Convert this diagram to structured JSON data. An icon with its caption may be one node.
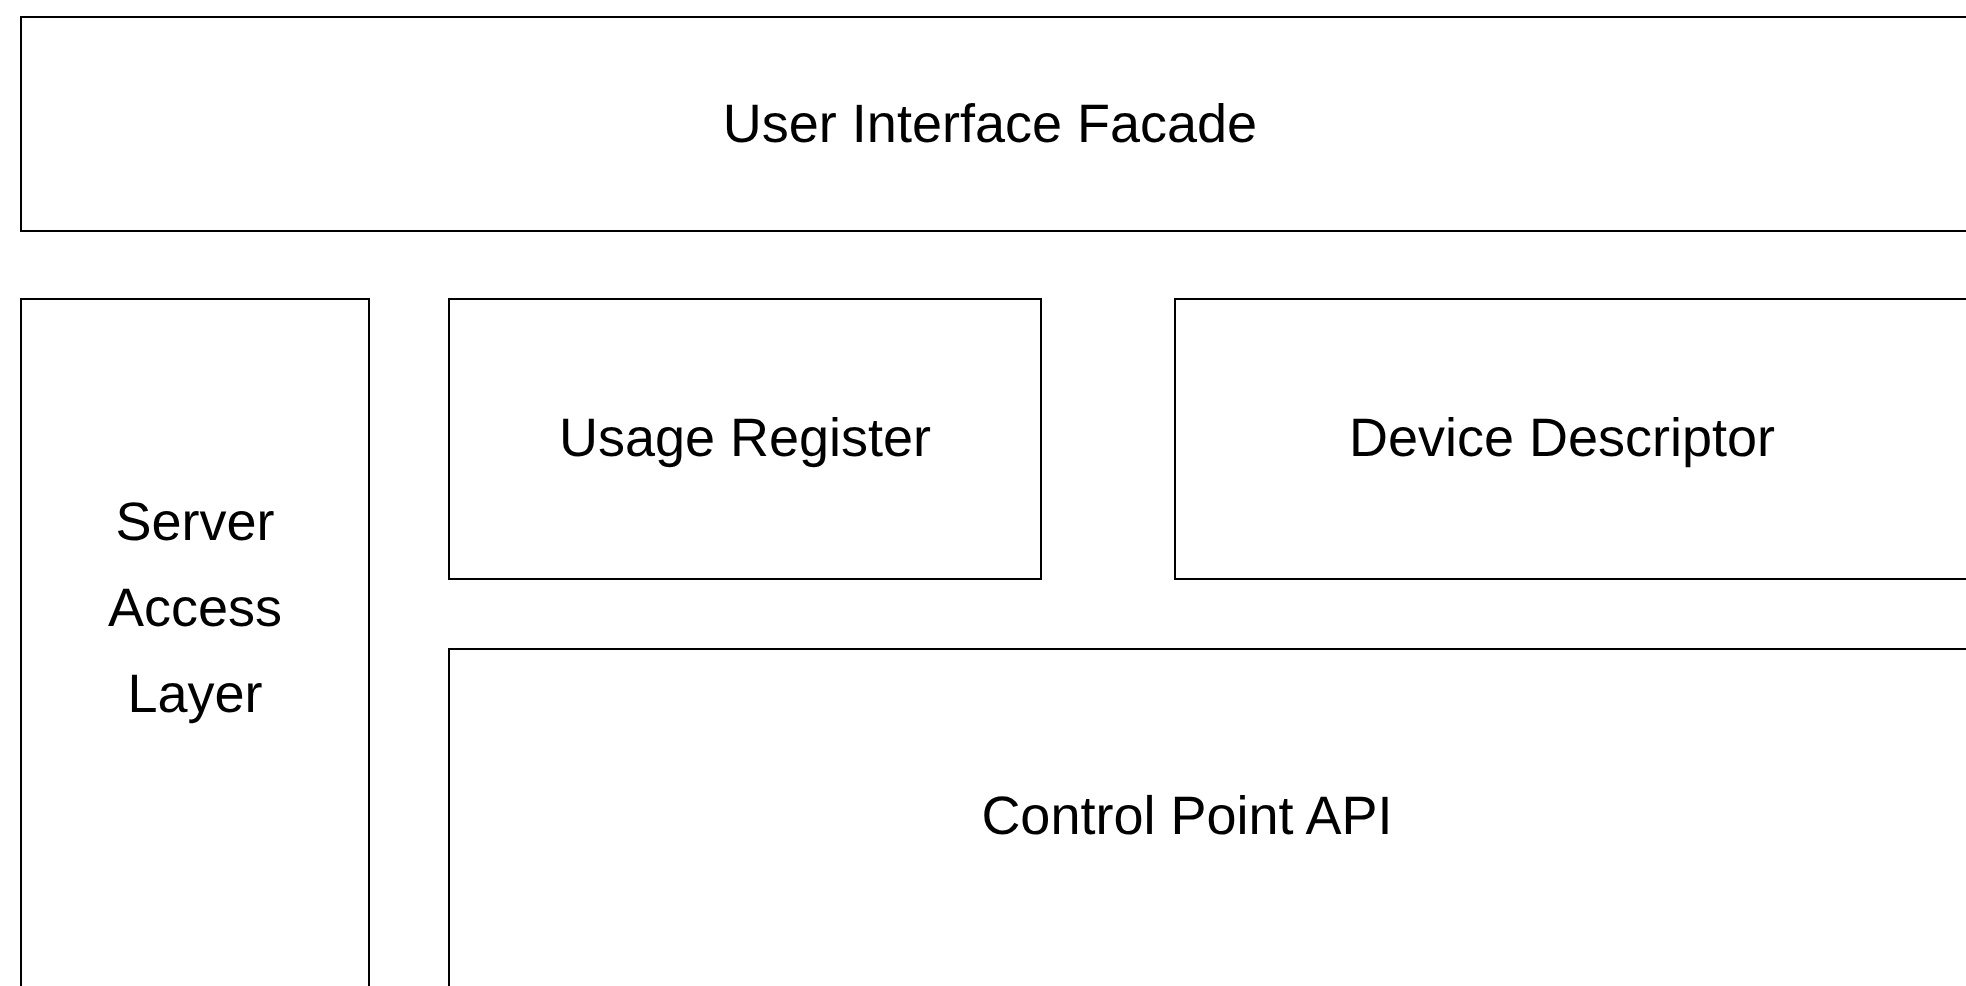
{
  "diagram": {
    "nodes": [
      {
        "text": [
          "User Interface Facade"
        ]
      },
      {
        "text": [
          "Server Access Layer"
        ]
      },
      {
        "text": [
          "Usage Register"
        ]
      },
      {
        "text": [
          "Device Descriptor"
        ]
      },
      {
        "text": [
          "Control Point API"
        ]
      }
    ]
  }
}
